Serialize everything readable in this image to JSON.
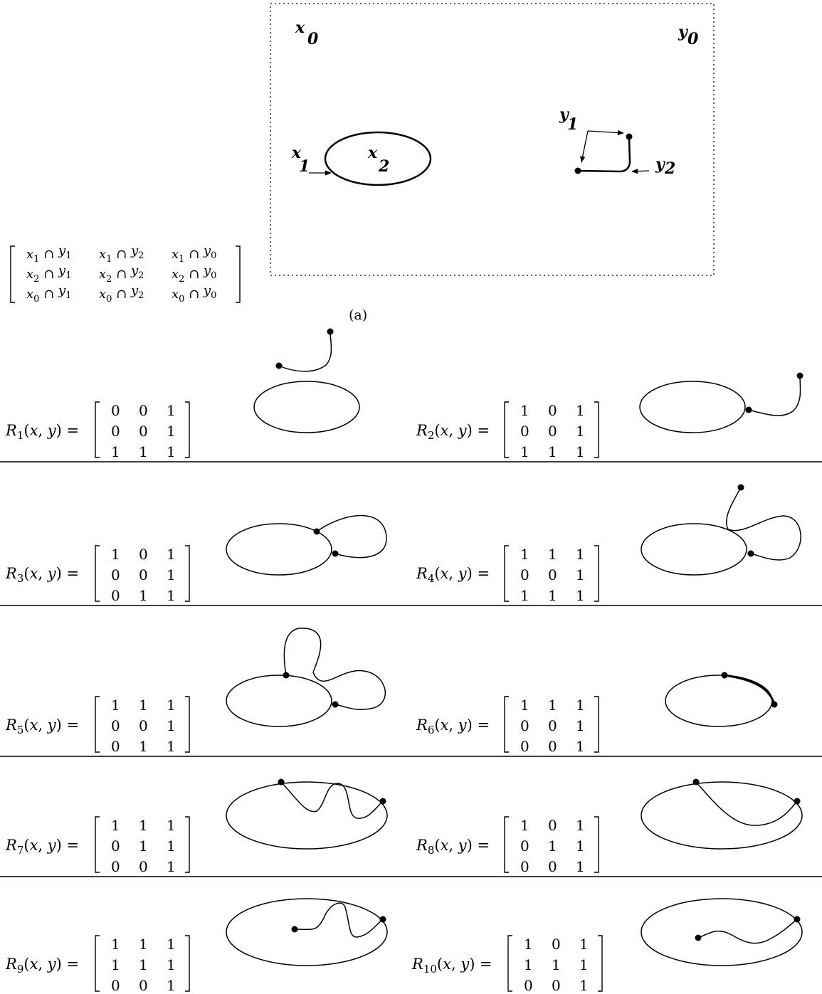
{
  "panel_a": {
    "caption": "(a)",
    "region_labels": {
      "x0": [
        "x",
        "0"
      ],
      "y0": [
        "y",
        "0"
      ],
      "x1": [
        "x",
        "1"
      ],
      "x2": [
        "x",
        "2"
      ],
      "y1": [
        "y",
        "1"
      ],
      "y2": [
        "y",
        "2"
      ]
    },
    "intersection_matrix": [
      [
        [
          "x",
          "1",
          "y",
          "1"
        ],
        [
          "x",
          "1",
          "y",
          "2"
        ],
        [
          "x",
          "1",
          "y",
          "0"
        ]
      ],
      [
        [
          "x",
          "2",
          "y",
          "1"
        ],
        [
          "x",
          "2",
          "y",
          "2"
        ],
        [
          "x",
          "2",
          "y",
          "0"
        ]
      ],
      [
        [
          "x",
          "0",
          "y",
          "1"
        ],
        [
          "x",
          "0",
          "y",
          "2"
        ],
        [
          "x",
          "0",
          "y",
          "0"
        ]
      ]
    ],
    "cap_symbol": "∩"
  },
  "relations": [
    {
      "fn": "R",
      "sub": "1",
      "args": "(x, y) =",
      "matrix": [
        [
          "0",
          "0",
          "1"
        ],
        [
          "0",
          "0",
          "1"
        ],
        [
          "1",
          "1",
          "1"
        ]
      ]
    },
    {
      "fn": "R",
      "sub": "2",
      "args": "(x, y) =",
      "matrix": [
        [
          "1",
          "0",
          "1"
        ],
        [
          "0",
          "0",
          "1"
        ],
        [
          "1",
          "1",
          "1"
        ]
      ]
    },
    {
      "fn": "R",
      "sub": "3",
      "args": "(x, y) =",
      "matrix": [
        [
          "1",
          "0",
          "1"
        ],
        [
          "0",
          "0",
          "1"
        ],
        [
          "0",
          "1",
          "1"
        ]
      ]
    },
    {
      "fn": "R",
      "sub": "4",
      "args": "(x, y) =",
      "matrix": [
        [
          "1",
          "1",
          "1"
        ],
        [
          "0",
          "0",
          "1"
        ],
        [
          "1",
          "1",
          "1"
        ]
      ]
    },
    {
      "fn": "R",
      "sub": "5",
      "args": "(x, y) =",
      "matrix": [
        [
          "1",
          "1",
          "1"
        ],
        [
          "0",
          "0",
          "1"
        ],
        [
          "0",
          "1",
          "1"
        ]
      ]
    },
    {
      "fn": "R",
      "sub": "6",
      "args": "(x, y) =",
      "matrix": [
        [
          "1",
          "1",
          "1"
        ],
        [
          "0",
          "0",
          "1"
        ],
        [
          "0",
          "0",
          "1"
        ]
      ]
    },
    {
      "fn": "R",
      "sub": "7",
      "args": "(x, y) =",
      "matrix": [
        [
          "1",
          "1",
          "1"
        ],
        [
          "0",
          "1",
          "1"
        ],
        [
          "0",
          "0",
          "1"
        ]
      ]
    },
    {
      "fn": "R",
      "sub": "8",
      "args": "(x, y) =",
      "matrix": [
        [
          "1",
          "0",
          "1"
        ],
        [
          "0",
          "1",
          "1"
        ],
        [
          "0",
          "0",
          "1"
        ]
      ]
    },
    {
      "fn": "R",
      "sub": "9",
      "args": "(x, y) =",
      "matrix": [
        [
          "1",
          "1",
          "1"
        ],
        [
          "1",
          "1",
          "1"
        ],
        [
          "0",
          "0",
          "1"
        ]
      ]
    },
    {
      "fn": "R",
      "sub": "10",
      "args": "(x, y) =",
      "matrix": [
        [
          "1",
          "0",
          "1"
        ],
        [
          "1",
          "1",
          "1"
        ],
        [
          "0",
          "0",
          "1"
        ]
      ]
    }
  ]
}
